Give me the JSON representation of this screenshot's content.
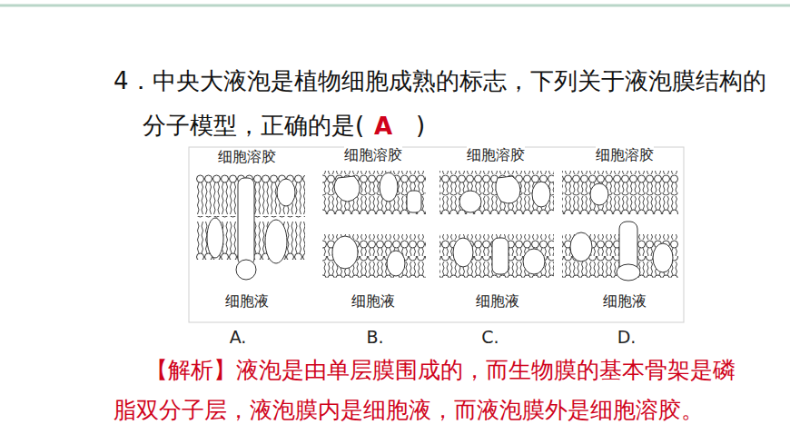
{
  "diagram": {
    "labels": [
      "4．中央大液泡是植物细胞成熟的标志，下列关于液泡膜结构的",
      "分子模型，正确的是(",
      "A",
      ")",
      "细胞溶胶",
      "细胞溶胶",
      "细胞溶胶",
      "细胞溶胶",
      "细胞液",
      "细胞液",
      "细胞液",
      "细胞液",
      "A.",
      "B.",
      "C.",
      "D.",
      "【解析】液泡是由单层膜围成的，而生物膜的基本骨架是磷",
      "脂双分子层，液泡膜内是细胞液，而液泡膜外是细胞溶胶。"
    ]
  }
}
